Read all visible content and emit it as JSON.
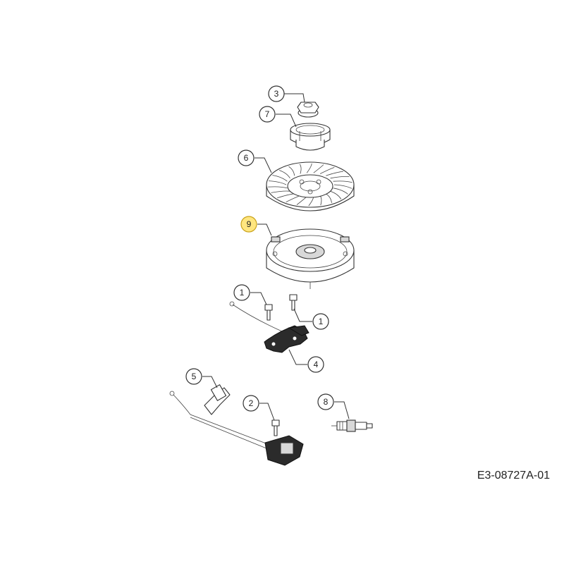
{
  "diagram": {
    "reference_code": "E3-08727A-01",
    "highlight_color": "#ffe680",
    "callouts": [
      {
        "id": "c3",
        "label": "3"
      },
      {
        "id": "c7",
        "label": "7"
      },
      {
        "id": "c6",
        "label": "6"
      },
      {
        "id": "c9",
        "label": "9",
        "highlighted": true
      },
      {
        "id": "c1a",
        "label": "1"
      },
      {
        "id": "c1b",
        "label": "1"
      },
      {
        "id": "c4",
        "label": "4"
      },
      {
        "id": "c5",
        "label": "5"
      },
      {
        "id": "c2",
        "label": "2"
      },
      {
        "id": "c8",
        "label": "8"
      }
    ]
  }
}
